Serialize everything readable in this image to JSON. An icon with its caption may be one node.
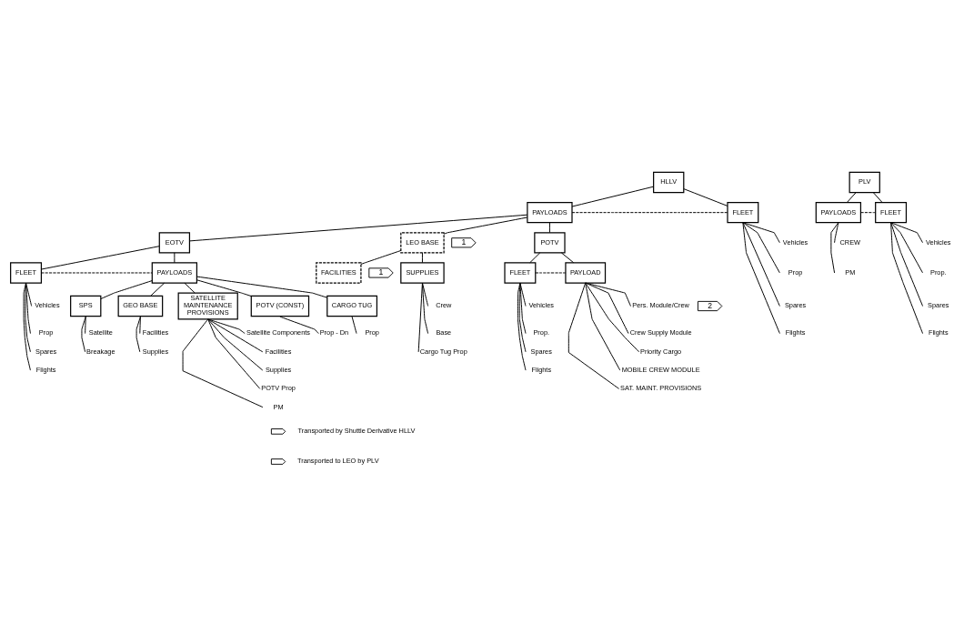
{
  "diagram": {
    "nodes": [
      {
        "text": [
          "HLLV"
        ]
      },
      {
        "text": [
          "PAYLOADS"
        ]
      },
      {
        "text": [
          "FLEET"
        ]
      },
      {
        "text": [
          "Vehicles"
        ]
      },
      {
        "text": [
          "Prop"
        ]
      },
      {
        "text": [
          "Spares"
        ]
      },
      {
        "text": [
          "Flights"
        ]
      },
      {
        "text": [
          "PLV"
        ]
      },
      {
        "text": [
          "PAYLOADS"
        ]
      },
      {
        "text": [
          "FLEET"
        ]
      },
      {
        "text": [
          "CREW"
        ]
      },
      {
        "text": [
          "PM"
        ]
      },
      {
        "text": [
          "Vehicles"
        ]
      },
      {
        "text": [
          "Prop."
        ]
      },
      {
        "text": [
          "Spares"
        ]
      },
      {
        "text": [
          "Flights"
        ]
      },
      {
        "text": [
          "EOTV"
        ]
      },
      {
        "text": [
          "LEO BASE"
        ],
        "beside": [
          "1"
        ]
      },
      {
        "text": [
          "POTV"
        ]
      },
      {
        "text": [
          "FLEET"
        ]
      },
      {
        "text": [
          "PAYLOADS"
        ]
      },
      {
        "text": [
          "Vehicles"
        ]
      },
      {
        "text": [
          "Prop"
        ]
      },
      {
        "text": [
          "Spares"
        ]
      },
      {
        "text": [
          "Flights"
        ]
      },
      {
        "text": [
          "FACILITIES"
        ],
        "beside": [
          "1"
        ]
      },
      {
        "text": [
          "SUPPLIES"
        ]
      },
      {
        "text": [
          "Crew"
        ]
      },
      {
        "text": [
          "Base"
        ]
      },
      {
        "text": [
          "Cargo Tug Prop"
        ]
      },
      {
        "text": [
          "FLEET"
        ]
      },
      {
        "text": [
          "PAYLOAD"
        ]
      },
      {
        "text": [
          "Vehicles"
        ]
      },
      {
        "text": [
          "Prop."
        ]
      },
      {
        "text": [
          "Spares"
        ]
      },
      {
        "text": [
          "Flights"
        ]
      },
      {
        "text": [
          "Pers. Module/Crew"
        ],
        "beside": [
          "2"
        ]
      },
      {
        "text": [
          "Crew Supply Module"
        ]
      },
      {
        "text": [
          "Priority Cargo"
        ]
      },
      {
        "text": [
          "MOBILE CREW MODULE"
        ]
      },
      {
        "text": [
          "SAT. MAINT. PROVISIONS"
        ]
      },
      {
        "text": [
          "SPS"
        ]
      },
      {
        "text": [
          "GEO BASE"
        ]
      },
      {
        "text": [
          "SATELLITE MAINTENANCE PROVISIONS"
        ]
      },
      {
        "text": [
          "POTV (CONST)"
        ]
      },
      {
        "text": [
          "CARGO TUG"
        ]
      },
      {
        "text": [
          "Satellite"
        ]
      },
      {
        "text": [
          "Breakage"
        ]
      },
      {
        "text": [
          "Facilities"
        ]
      },
      {
        "text": [
          "Supplies"
        ]
      },
      {
        "text": [
          "Satellite Components"
        ]
      },
      {
        "text": [
          "Facilities"
        ]
      },
      {
        "text": [
          "Supplies"
        ]
      },
      {
        "text": [
          "POTV Prop"
        ]
      },
      {
        "text": [
          "PM"
        ]
      },
      {
        "text": [
          "Prop - Dn"
        ]
      },
      {
        "text": [
          "Prop"
        ]
      }
    ],
    "edges": [
      {
        "from": 0,
        "to": 1,
        "arrow": "none"
      },
      {
        "from": 0,
        "to": 2,
        "arrow": "none"
      },
      {
        "from": 1,
        "to": 2,
        "arrow": "none",
        "style": "dashed"
      },
      {
        "from": 2,
        "to": 3,
        "arrow": "none"
      },
      {
        "from": 2,
        "to": 4,
        "arrow": "none"
      },
      {
        "from": 2,
        "to": 5,
        "arrow": "none"
      },
      {
        "from": 2,
        "to": 6,
        "arrow": "none"
      },
      {
        "from": 7,
        "to": 8,
        "arrow": "none"
      },
      {
        "from": 7,
        "to": 9,
        "arrow": "none"
      },
      {
        "from": 8,
        "to": 9,
        "arrow": "none",
        "style": "dashed"
      },
      {
        "from": 8,
        "to": 10,
        "arrow": "none"
      },
      {
        "from": 8,
        "to": 11,
        "arrow": "none"
      },
      {
        "from": 9,
        "to": 12,
        "arrow": "none"
      },
      {
        "from": 9,
        "to": 13,
        "arrow": "none"
      },
      {
        "from": 9,
        "to": 14,
        "arrow": "none"
      },
      {
        "from": 9,
        "to": 15,
        "arrow": "none"
      },
      {
        "from": 1,
        "to": 16,
        "arrow": "none"
      },
      {
        "from": 1,
        "to": 17,
        "arrow": "none"
      },
      {
        "from": 1,
        "to": 18,
        "arrow": "none"
      },
      {
        "from": 16,
        "to": 19,
        "arrow": "none"
      },
      {
        "from": 16,
        "to": 20,
        "arrow": "none"
      },
      {
        "from": 19,
        "to": 20,
        "arrow": "none",
        "style": "dashed"
      },
      {
        "from": 19,
        "to": 21,
        "arrow": "none"
      },
      {
        "from": 19,
        "to": 22,
        "arrow": "none"
      },
      {
        "from": 19,
        "to": 23,
        "arrow": "none"
      },
      {
        "from": 19,
        "to": 24,
        "arrow": "none"
      },
      {
        "from": 17,
        "to": 25,
        "arrow": "none"
      },
      {
        "from": 17,
        "to": 26,
        "arrow": "none"
      },
      {
        "from": 26,
        "to": 27,
        "arrow": "none"
      },
      {
        "from": 26,
        "to": 28,
        "arrow": "none"
      },
      {
        "from": 26,
        "to": 29,
        "arrow": "none"
      },
      {
        "from": 18,
        "to": 30,
        "arrow": "none"
      },
      {
        "from": 18,
        "to": 31,
        "arrow": "none"
      },
      {
        "from": 30,
        "to": 31,
        "arrow": "none",
        "style": "dashed"
      },
      {
        "from": 30,
        "to": 32,
        "arrow": "none"
      },
      {
        "from": 30,
        "to": 33,
        "arrow": "none"
      },
      {
        "from": 30,
        "to": 34,
        "arrow": "none"
      },
      {
        "from": 30,
        "to": 35,
        "arrow": "none"
      },
      {
        "from": 31,
        "to": 36,
        "arrow": "none"
      },
      {
        "from": 31,
        "to": 37,
        "arrow": "none"
      },
      {
        "from": 31,
        "to": 38,
        "arrow": "none"
      },
      {
        "from": 31,
        "to": 39,
        "arrow": "none"
      },
      {
        "from": 31,
        "to": 40,
        "arrow": "none"
      },
      {
        "from": 20,
        "to": 41,
        "arrow": "none"
      },
      {
        "from": 20,
        "to": 42,
        "arrow": "none"
      },
      {
        "from": 20,
        "to": 43,
        "arrow": "none"
      },
      {
        "from": 20,
        "to": 44,
        "arrow": "none"
      },
      {
        "from": 20,
        "to": 45,
        "arrow": "none"
      },
      {
        "from": 41,
        "to": 46,
        "arrow": "none"
      },
      {
        "from": 41,
        "to": 47,
        "arrow": "none"
      },
      {
        "from": 42,
        "to": 48,
        "arrow": "none"
      },
      {
        "from": 42,
        "to": 49,
        "arrow": "none"
      },
      {
        "from": 43,
        "to": 50,
        "arrow": "none"
      },
      {
        "from": 43,
        "to": 51,
        "arrow": "none"
      },
      {
        "from": 43,
        "to": 52,
        "arrow": "none"
      },
      {
        "from": 43,
        "to": 53,
        "arrow": "none"
      },
      {
        "from": 43,
        "to": 54,
        "arrow": "none"
      },
      {
        "from": 44,
        "to": 55,
        "arrow": "none"
      },
      {
        "from": 45,
        "to": 56,
        "arrow": "none"
      }
    ],
    "legend": [
      {
        "text": "Transported by Shuttle Derivative HLLV"
      },
      {
        "text": "Transported to LEO by PLV"
      }
    ]
  }
}
